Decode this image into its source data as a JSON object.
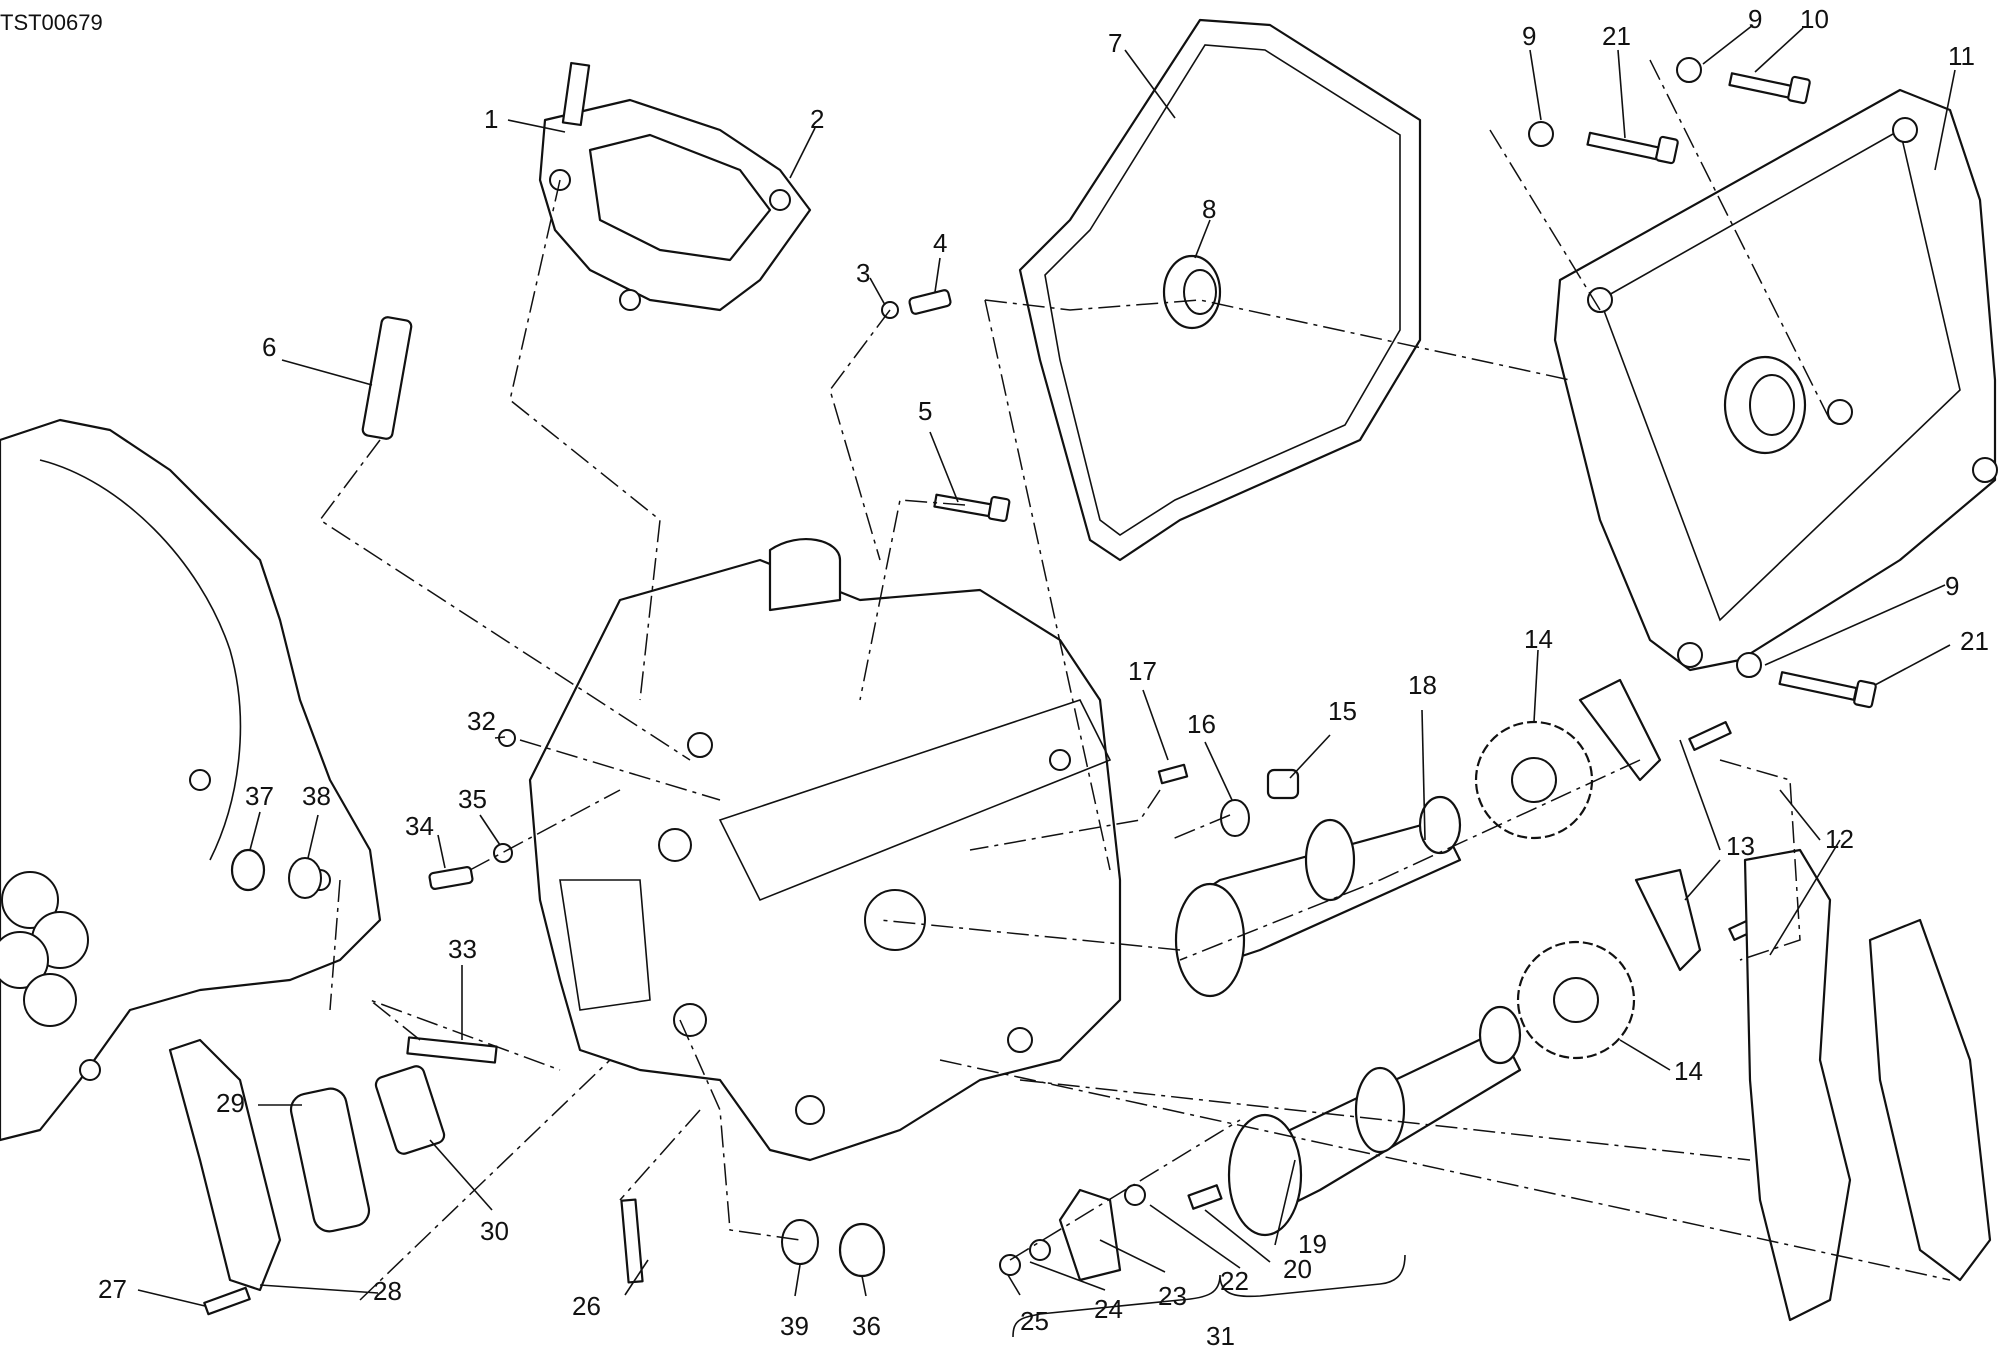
{
  "diagram": {
    "code": "TST00679",
    "callouts": [
      "1",
      "2",
      "3",
      "4",
      "5",
      "6",
      "7",
      "8",
      "9",
      "9",
      "9",
      "10",
      "11",
      "12",
      "13",
      "14",
      "14",
      "15",
      "16",
      "17",
      "18",
      "19",
      "20",
      "21",
      "21",
      "22",
      "23",
      "24",
      "25",
      "26",
      "27",
      "28",
      "29",
      "30",
      "31",
      "32",
      "33",
      "34",
      "35",
      "36",
      "37",
      "38",
      "39"
    ]
  }
}
